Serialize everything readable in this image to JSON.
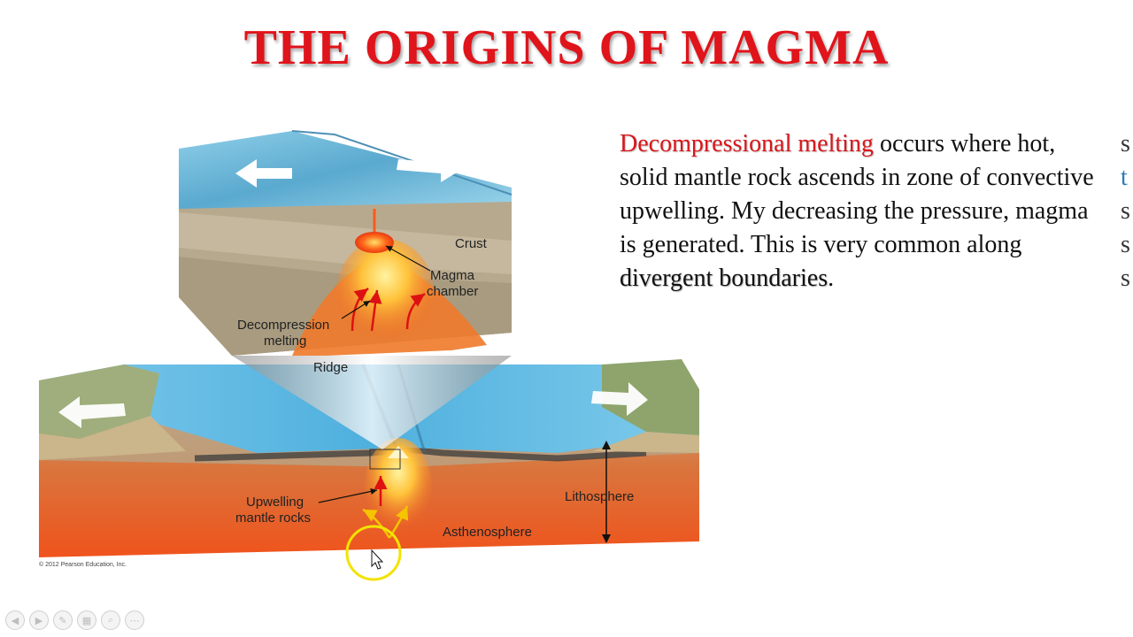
{
  "slide": {
    "title": "THE ORIGINS OF MAGMA",
    "paragraph": {
      "highlight": "Decompressional melting",
      "text1": " occurs where hot, solid mantle rock ascends in zone of convective upwelling. My decreasing the pressure, magma is generated. This is very common along ",
      "emphasis": "divergent boundaries",
      "end": "."
    },
    "cut_off_lines": [
      "s",
      "t",
      "s",
      "s",
      "s"
    ]
  },
  "diagram": {
    "labels": {
      "crust": "Crust",
      "magma_chamber_1": "Magma",
      "magma_chamber_2": "chamber",
      "decompression_1": "Decompression",
      "decompression_2": "melting",
      "ridge": "Ridge",
      "upwelling_1": "Upwelling",
      "upwelling_2": "mantle rocks",
      "lithosphere": "Lithosphere",
      "asthenosphere": "Asthenosphere"
    },
    "copyright": "© 2012 Pearson Education, Inc."
  },
  "player_controls": [
    {
      "name": "previous-button",
      "icon": "previous-icon",
      "glyph": "◀"
    },
    {
      "name": "next-button",
      "icon": "next-icon",
      "glyph": "▶"
    },
    {
      "name": "pen-button",
      "icon": "pen-icon",
      "glyph": "✎"
    },
    {
      "name": "slides-button",
      "icon": "slides-icon",
      "glyph": "▦"
    },
    {
      "name": "zoom-button",
      "icon": "zoom-icon",
      "glyph": "⌕"
    },
    {
      "name": "more-button",
      "icon": "more-icon",
      "glyph": "⋯"
    }
  ],
  "colors": {
    "title": "#e0141b",
    "highlight": "#d9161c",
    "ocean": "#5bb8e0",
    "magma": "#f04a1a",
    "pointer_ring": "#f2e300"
  }
}
